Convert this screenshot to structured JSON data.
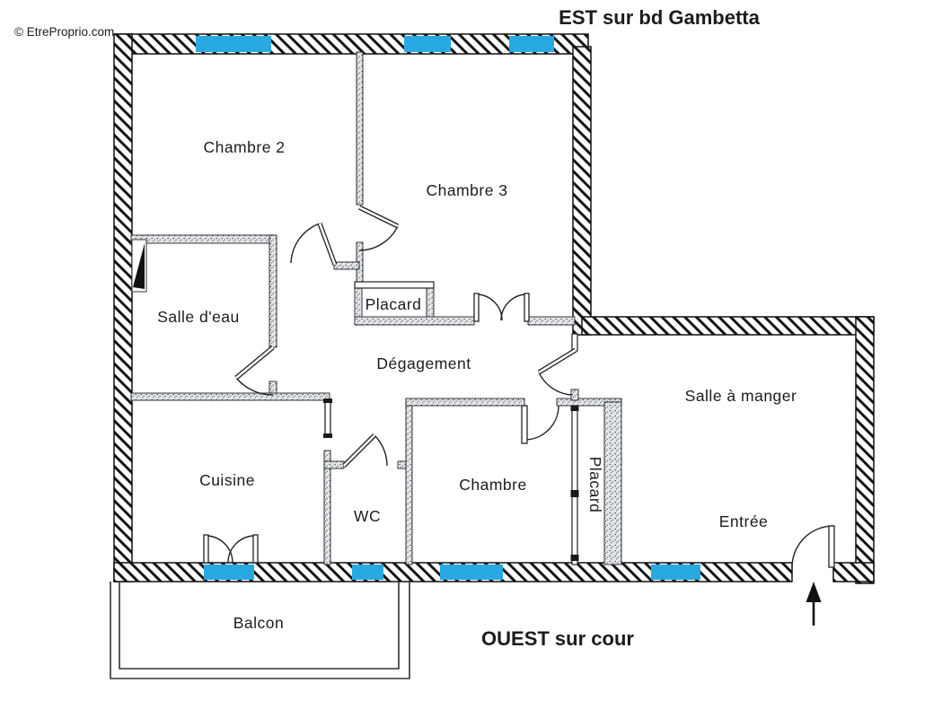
{
  "labels": {
    "est": "EST sur bd Gambetta",
    "ouest": "OUEST sur cour",
    "chambre2": "Chambre 2",
    "chambre3": "Chambre 3",
    "salle_eau": "Salle d'eau",
    "placard_top": "Placard",
    "degagement": "Dégagement",
    "cuisine": "Cuisine",
    "wc": "WC",
    "chambre": "Chambre",
    "placard_right": "Placard",
    "salle_a_manger": "Salle à manger",
    "entree": "Entrée",
    "balcon": "Balcon",
    "watermark": "© EtreProprio.com"
  },
  "colors": {
    "window": "#29A9E2",
    "direction_text": "#2433CC",
    "wall_line": "#1A1A1A",
    "watermark": "#C8C8C8"
  }
}
